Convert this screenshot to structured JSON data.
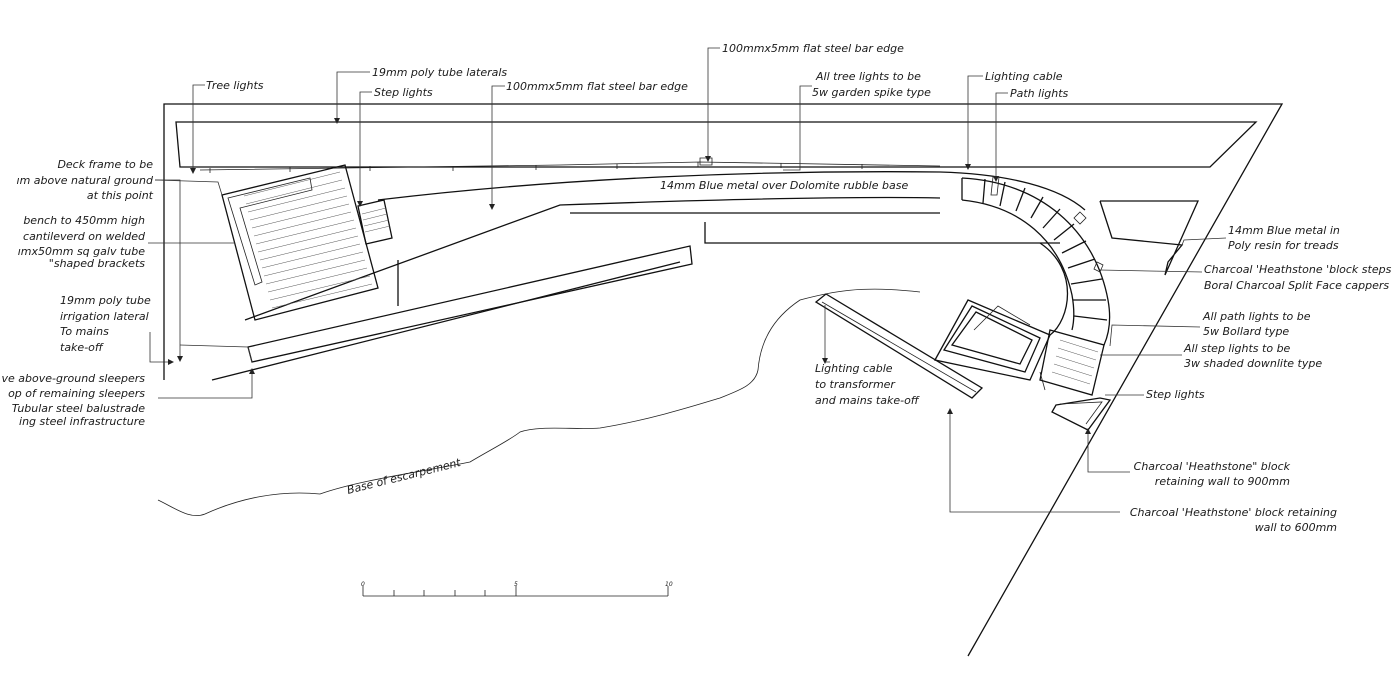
{
  "labels": {
    "tree_lights": "Tree lights",
    "poly_laterals": "19mm poly tube laterals",
    "step_lights_top": "Step lights",
    "steel_edge_1": "100mmx5mm flat steel bar edge",
    "steel_edge_2": "100mmx5mm flat steel bar edge",
    "tree_lights_note_1": "All tree lights to be",
    "tree_lights_note_2": "5w garden spike type",
    "lighting_cable": "Lighting cable",
    "path_lights": "Path lights",
    "blue_metal_base": "14mm Blue metal over Dolomite rubble base",
    "deck_frame_1": "Deck frame to be",
    "deck_frame_2": "ım above natural ground",
    "deck_frame_3": "at this point",
    "bench_1": "bench to 450mm high",
    "bench_2": "cantileverd on welded",
    "bench_3": "ımx50mm sq galv tube",
    "bench_4": "\"shaped brackets",
    "irrigation_1": "19mm poly tube",
    "irrigation_2": "irrigation lateral",
    "irrigation_3": "To mains",
    "irrigation_4": "take-off",
    "sleepers_1": "ve above-ground sleepers",
    "sleepers_2": "op of remaining sleepers",
    "sleepers_3": "Tubular steel balustrade",
    "sleepers_4": "ing steel infrastructure",
    "treads_1": "14mm Blue metal in",
    "treads_2": "Poly resin for treads",
    "heathstone_steps_1": "Charcoal 'Heathstone 'block steps",
    "heathstone_steps_2": "Boral Charcoal Split Face cappers",
    "path_lights_note_1": "All path lights to be",
    "path_lights_note_2": "5w Bollard type",
    "step_lights_note_1": "All step lights to be",
    "step_lights_note_2": "3w shaded downlite type",
    "step_lights_right": "Step lights",
    "cable_transformer_1": "Lighting cable",
    "cable_transformer_2": "to transformer",
    "cable_transformer_3": "and mains take-off",
    "wall_900_1": "Charcoal 'Heathstone\" block",
    "wall_900_2": "retaining wall to 900mm",
    "wall_600_1": "Charcoal 'Heathstone' block retaining",
    "wall_600_2": "wall to 600mm",
    "escarpment": "Base of escarpement"
  },
  "scale_bar": {
    "tick_start": "0",
    "tick_mid": "5",
    "tick_end": "10"
  }
}
